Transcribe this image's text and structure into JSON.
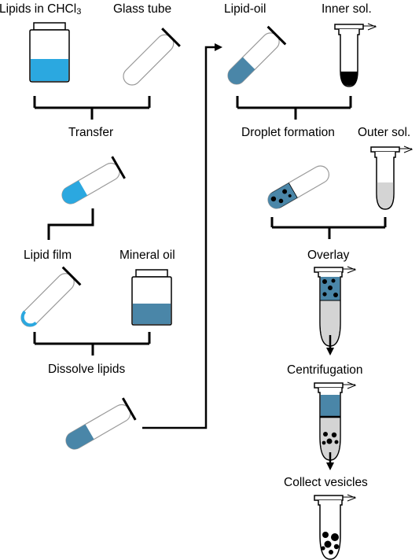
{
  "labels": {
    "lipids": "Lipids in CHCl",
    "lipids_sub": "3",
    "glass_tube": "Glass tube",
    "transfer": "Transfer",
    "lipid_film": "Lipid film",
    "mineral_oil": "Mineral oil",
    "dissolve": "Dissolve lipids",
    "lipid_oil": "Lipid-oil",
    "inner_sol": "Inner sol.",
    "droplet_formation": "Droplet formation",
    "outer_sol": "Outer sol.",
    "overlay": "Overlay",
    "centrifugation": "Centrifugation",
    "collect": "Collect vesicles"
  },
  "colors": {
    "chcl3_blue": "#2ba8e0",
    "oil_blue": "#4a86a8",
    "outer_gray": "#d4d4d4",
    "black": "#000000"
  }
}
